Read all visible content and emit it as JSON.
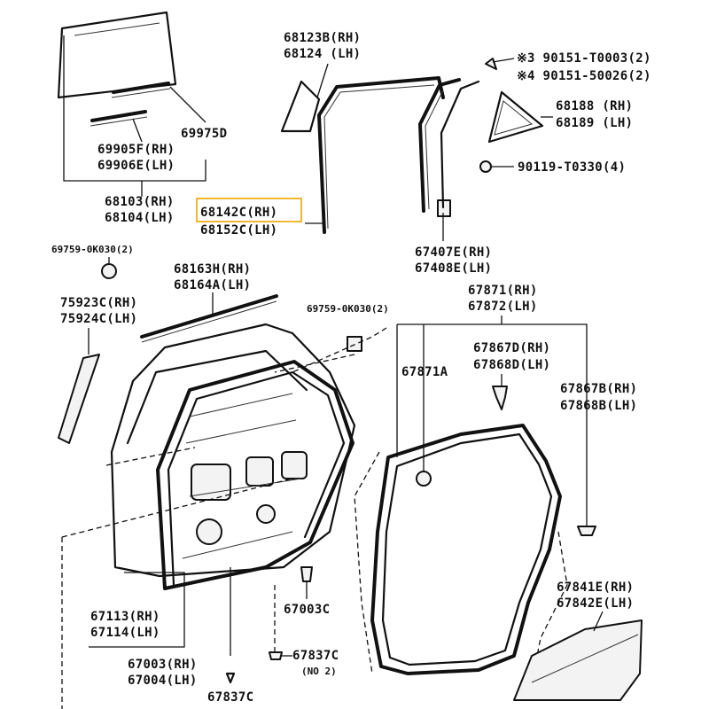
{
  "diagram": {
    "labels": {
      "p68123b": "68123B(RH)",
      "p68124": "68124 (LH)",
      "p90151_t0003": "※3 90151-T0003(2)",
      "p90151_50026": "※4 90151-50026(2)",
      "p68188": "68188 (RH)",
      "p68189": "68189 (LH)",
      "p90119": "90119-T0330(4)",
      "p69975d": "69975D",
      "p69905f": "69905F(RH)",
      "p69906e": "69906E(LH)",
      "p68103": "68103(RH)",
      "p68104": "68104(LH)",
      "p68142c": "68142C(RH)",
      "p68152c": "68152C(LH)",
      "p67407e": "67407E(RH)",
      "p67408e": "67408E(LH)",
      "p69759_top": "69759-0K030(2)",
      "p68163h": "68163H(RH)",
      "p68164a": "68164A(LH)",
      "p75923c": "75923C(RH)",
      "p75924c": "75924C(LH)",
      "p69759_mid": "69759-0K030(2)",
      "p67871": "67871(RH)",
      "p67872": "67872(LH)",
      "p67867d": "67867D(RH)",
      "p67868d": "67868D(LH)",
      "p67871a": "67871A",
      "p67867b": "67867B(RH)",
      "p67868b": "67868B(LH)",
      "p67841e": "67841E(RH)",
      "p67842e": "67842E(LH)",
      "p67113": "67113(RH)",
      "p67114": "67114(LH)",
      "p67003c": "67003C",
      "p67003": "67003(RH)",
      "p67004": "67004(LH)",
      "p67837c_a": "67837C",
      "p67837c_b": "67837C",
      "no2": "(NO 2)"
    },
    "highlight_color": "#f0a300"
  }
}
